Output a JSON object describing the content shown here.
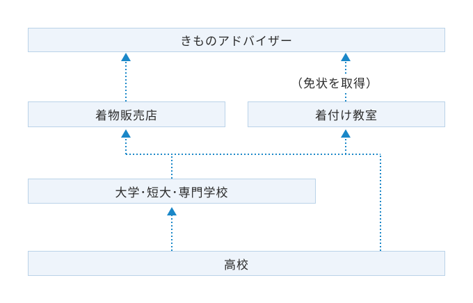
{
  "diagram": {
    "nodes": {
      "kimono_adviser": "きものアドバイザー",
      "kimono_shop": "着物販売店",
      "kitsuke_school": "着付け教室",
      "university": "大学･短大･専門学校",
      "high_school": "高校"
    },
    "note": "（免状を取得）",
    "colors": {
      "box_fill": "#eef4fb",
      "box_border": "#b9d2e8",
      "connector": "#1a87c8",
      "text": "#2b2b2b"
    }
  }
}
